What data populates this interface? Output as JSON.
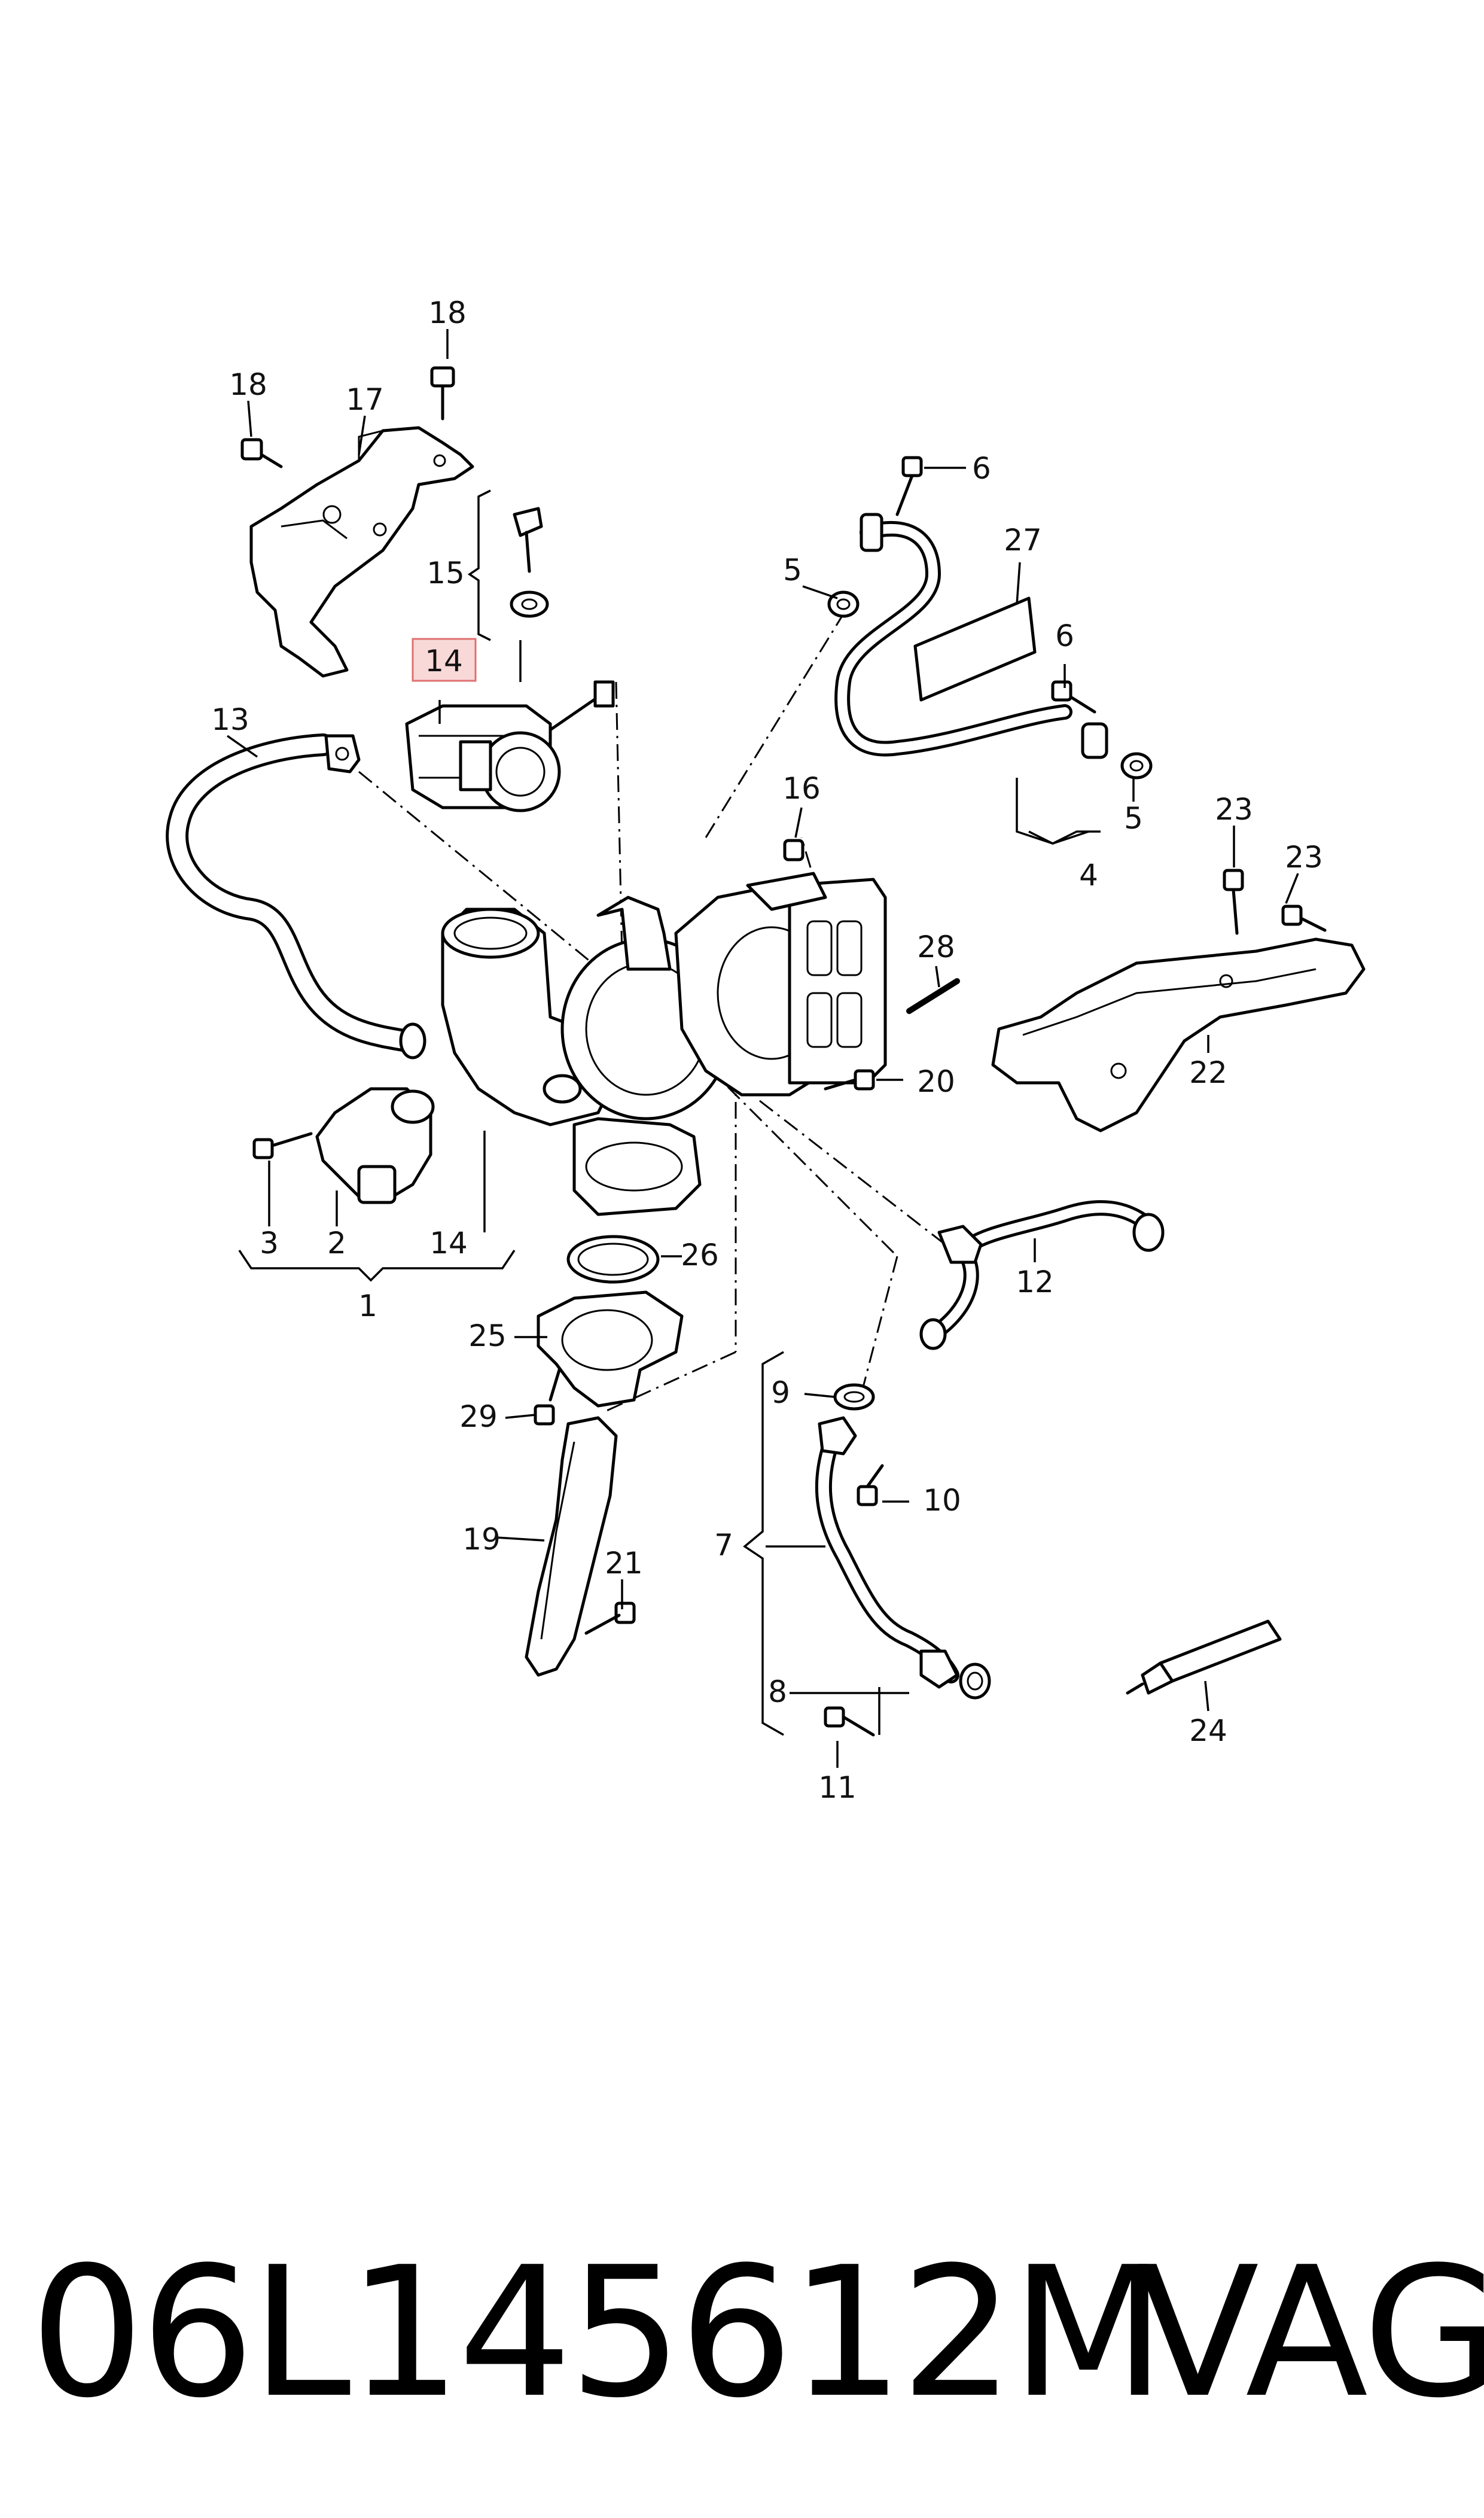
{
  "diagram": {
    "highlight_color": "#f4b8b8",
    "labels": [
      "1",
      "2",
      "3",
      "4",
      "5",
      "5",
      "6",
      "6",
      "7",
      "8",
      "9",
      "10",
      "11",
      "12",
      "13",
      "14",
      "14",
      "15",
      "16",
      "17",
      "18",
      "18",
      "19",
      "20",
      "21",
      "22",
      "23",
      "23",
      "24",
      "25",
      "26",
      "27",
      "28",
      "29"
    ]
  },
  "footer": {
    "part_number": "06L145612M",
    "brand": "VAG"
  }
}
